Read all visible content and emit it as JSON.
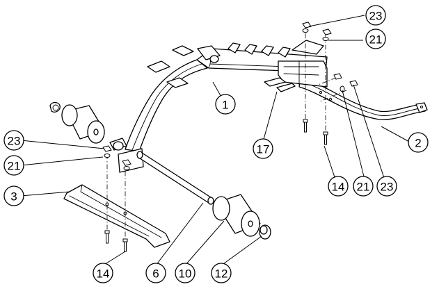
{
  "callouts": [
    {
      "id": "c-1",
      "label": "1"
    },
    {
      "id": "c-2",
      "label": "2"
    },
    {
      "id": "c-3",
      "label": "3"
    },
    {
      "id": "c-6",
      "label": "6"
    },
    {
      "id": "c-10",
      "label": "10"
    },
    {
      "id": "c-12",
      "label": "12"
    },
    {
      "id": "c-14-left",
      "label": "14"
    },
    {
      "id": "c-14-right",
      "label": "14"
    },
    {
      "id": "c-17",
      "label": "17"
    },
    {
      "id": "c-21-top",
      "label": "21"
    },
    {
      "id": "c-21-left",
      "label": "21"
    },
    {
      "id": "c-21-right",
      "label": "21"
    },
    {
      "id": "c-23-top",
      "label": "23"
    },
    {
      "id": "c-23-left",
      "label": "23"
    },
    {
      "id": "c-23-right",
      "label": "23"
    }
  ]
}
